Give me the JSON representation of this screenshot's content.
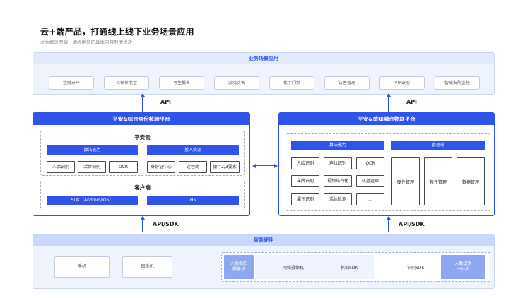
{
  "header": {
    "title": "云+端产品，打通线上线下业务场景应用",
    "subtitle": "此为概念图解，请根据您的具体内容酌情修改"
  },
  "scenes": {
    "title": "业务场景应用",
    "items": [
      "金融开户",
      "社保养老金",
      "考生报名",
      "游戏实名",
      "楼宇门禁",
      "访客管理",
      "VIP识别",
      "智能安防监控"
    ]
  },
  "connectors": {
    "api_left": "API",
    "api_right": "API",
    "apisdk_left": "API/SDK",
    "apisdk_right": "API/SDK"
  },
  "left_platform": {
    "title": "平安&综合身份核验平台",
    "cloud": {
      "title": "平安云",
      "algo_label": "算法能力",
      "resource_label": "投入资源",
      "algo_items": [
        "人脸识别",
        "活体识别",
        "OCR"
      ],
      "resource_items": [
        "身份证中心",
        "运营商",
        "银行2/3要素"
      ]
    },
    "client": {
      "title": "客户端",
      "sdk_label": "SDK（Android/iOS）",
      "h5_label": "H5"
    }
  },
  "right_platform": {
    "title": "平安&感知融合物联平台",
    "algo_label": "算法能力",
    "mgmt_label": "管理端",
    "algo_items": [
      "人脸识别",
      "声纹识别",
      "OCR",
      "车牌识别",
      "视频结构化",
      "轨道追踪",
      "属性识别",
      "活体检测",
      "..."
    ],
    "mgmt_items": [
      "硬件管理",
      "软件管理",
      "数据管理"
    ]
  },
  "hardware": {
    "title": "智能硬件",
    "phone": "手机",
    "tablet": "图板机",
    "face_cam_line1": "人脸抓拍",
    "face_cam_line2": "摄像机",
    "net_cam": "网络摄像机",
    "capture_sdk": "抓拍SDK",
    "recog_sdk": "识别SDK",
    "face_aio_line1": "人脸识别",
    "face_aio_line2": "一体机"
  },
  "colors": {
    "accent": "#2f54eb",
    "panel_bg": "#eef3fe",
    "hardware_blue": "#8fa7f0"
  }
}
